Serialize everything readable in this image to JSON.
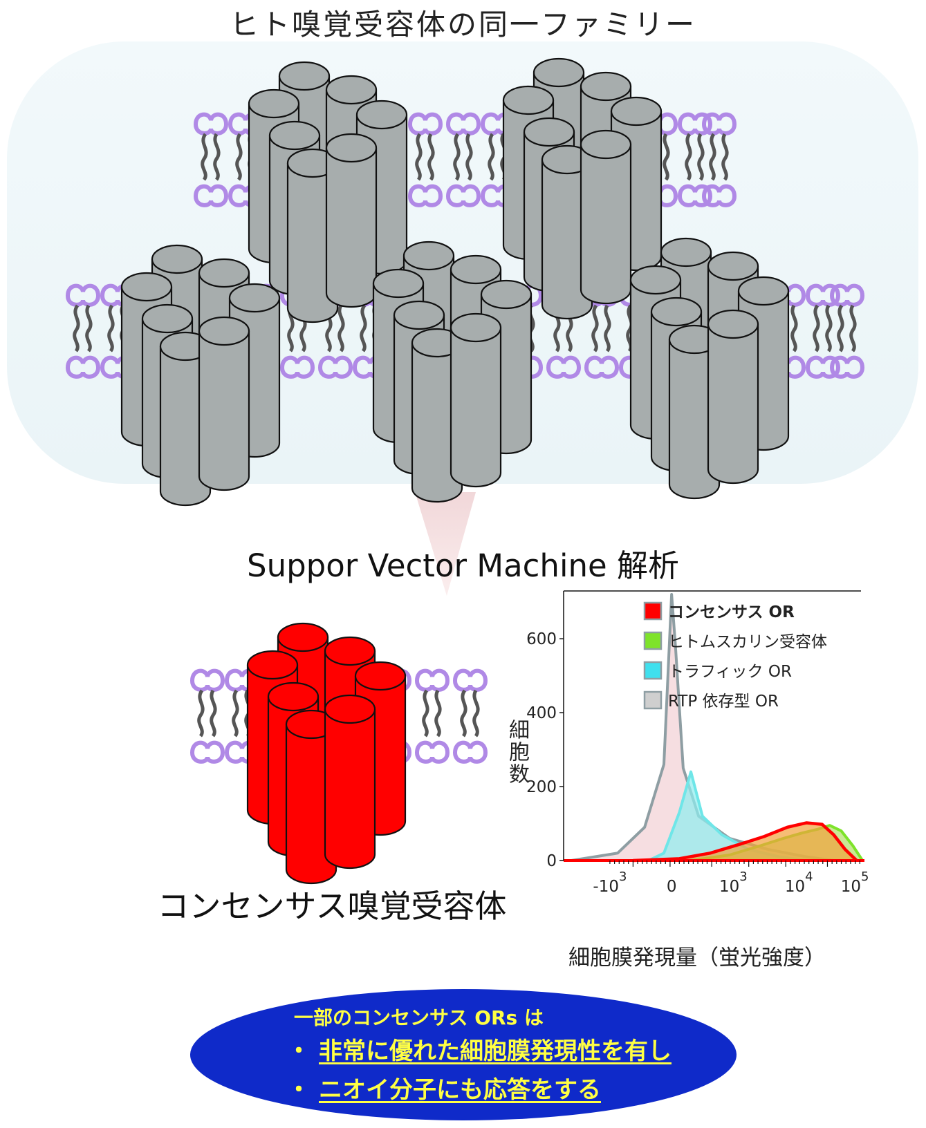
{
  "title": "ヒト嗅覚受容体の同一ファミリー",
  "svm_label": "Suppor Vector Machine 解析",
  "consensus_label": "コンセンサス嗅覚受容体",
  "colors": {
    "receptor_gray": "#a7adad",
    "receptor_red": "#ff0000",
    "lipid_purple": "#b089e6",
    "lipid_tail": "#555555",
    "panel_bg": "#eef6f9",
    "summary_blue": "#0f2ac9",
    "summary_text": "#ffff44"
  },
  "chart_data": {
    "type": "area",
    "ylabel": "細胞数",
    "xlabel": "細胞膜発現量（蛍光強度）",
    "y_ticks": [
      "0",
      "200",
      "400",
      "600"
    ],
    "ylim": [
      0,
      720
    ],
    "x_ticks": [
      {
        "base": "-10",
        "exp": "3"
      },
      {
        "base": "0",
        "exp": ""
      },
      {
        "base": "10",
        "exp": "3"
      },
      {
        "base": "10",
        "exp": "4"
      },
      {
        "base": "10",
        "exp": "5"
      }
    ],
    "legend": [
      {
        "label": "コンセンサス OR",
        "color": "#ff0000",
        "bold": true
      },
      {
        "label": "ヒトムスカリン受容体",
        "color": "#7ee32a",
        "bold": false
      },
      {
        "label": "トラフィック OR",
        "color": "#3fe0ee",
        "bold": false
      },
      {
        "label": "RTP 依存型 OR",
        "color": "#cfcfcf",
        "bold": false
      }
    ],
    "series": [
      {
        "name": "RTP 依存型 OR",
        "x": [
          -2.6,
          -1.4,
          -0.7,
          -0.2,
          0.0,
          0.1,
          0.3,
          0.7,
          1.5,
          2.5,
          3.5,
          4.2
        ],
        "values": [
          0,
          20,
          90,
          260,
          720,
          580,
          250,
          120,
          60,
          30,
          10,
          0
        ]
      },
      {
        "name": "トラフィック OR",
        "x": [
          -0.6,
          -0.2,
          0.2,
          0.5,
          0.8,
          1.3,
          2.0,
          2.8,
          3.5
        ],
        "values": [
          0,
          20,
          130,
          240,
          120,
          70,
          30,
          10,
          0
        ]
      },
      {
        "name": "ヒトムスカリン受容体",
        "x": [
          0.5,
          1.5,
          2.3,
          2.9,
          3.4,
          3.8,
          4.1,
          4.4,
          4.7,
          4.95
        ],
        "values": [
          0,
          15,
          40,
          60,
          75,
          85,
          95,
          80,
          40,
          0
        ]
      },
      {
        "name": "コンセンサス OR",
        "x": [
          -1.0,
          0.2,
          1.0,
          1.8,
          2.4,
          3.0,
          3.5,
          3.9,
          4.2,
          4.5,
          4.8
        ],
        "values": [
          0,
          5,
          20,
          45,
          65,
          90,
          102,
          98,
          70,
          30,
          0
        ]
      }
    ]
  },
  "summary": {
    "heading": "一部のコンセンサス ORs は",
    "bullet": "・",
    "points": [
      "非常に優れた細胞膜発現性を有し",
      "ニオイ分子にも応答をする"
    ]
  }
}
